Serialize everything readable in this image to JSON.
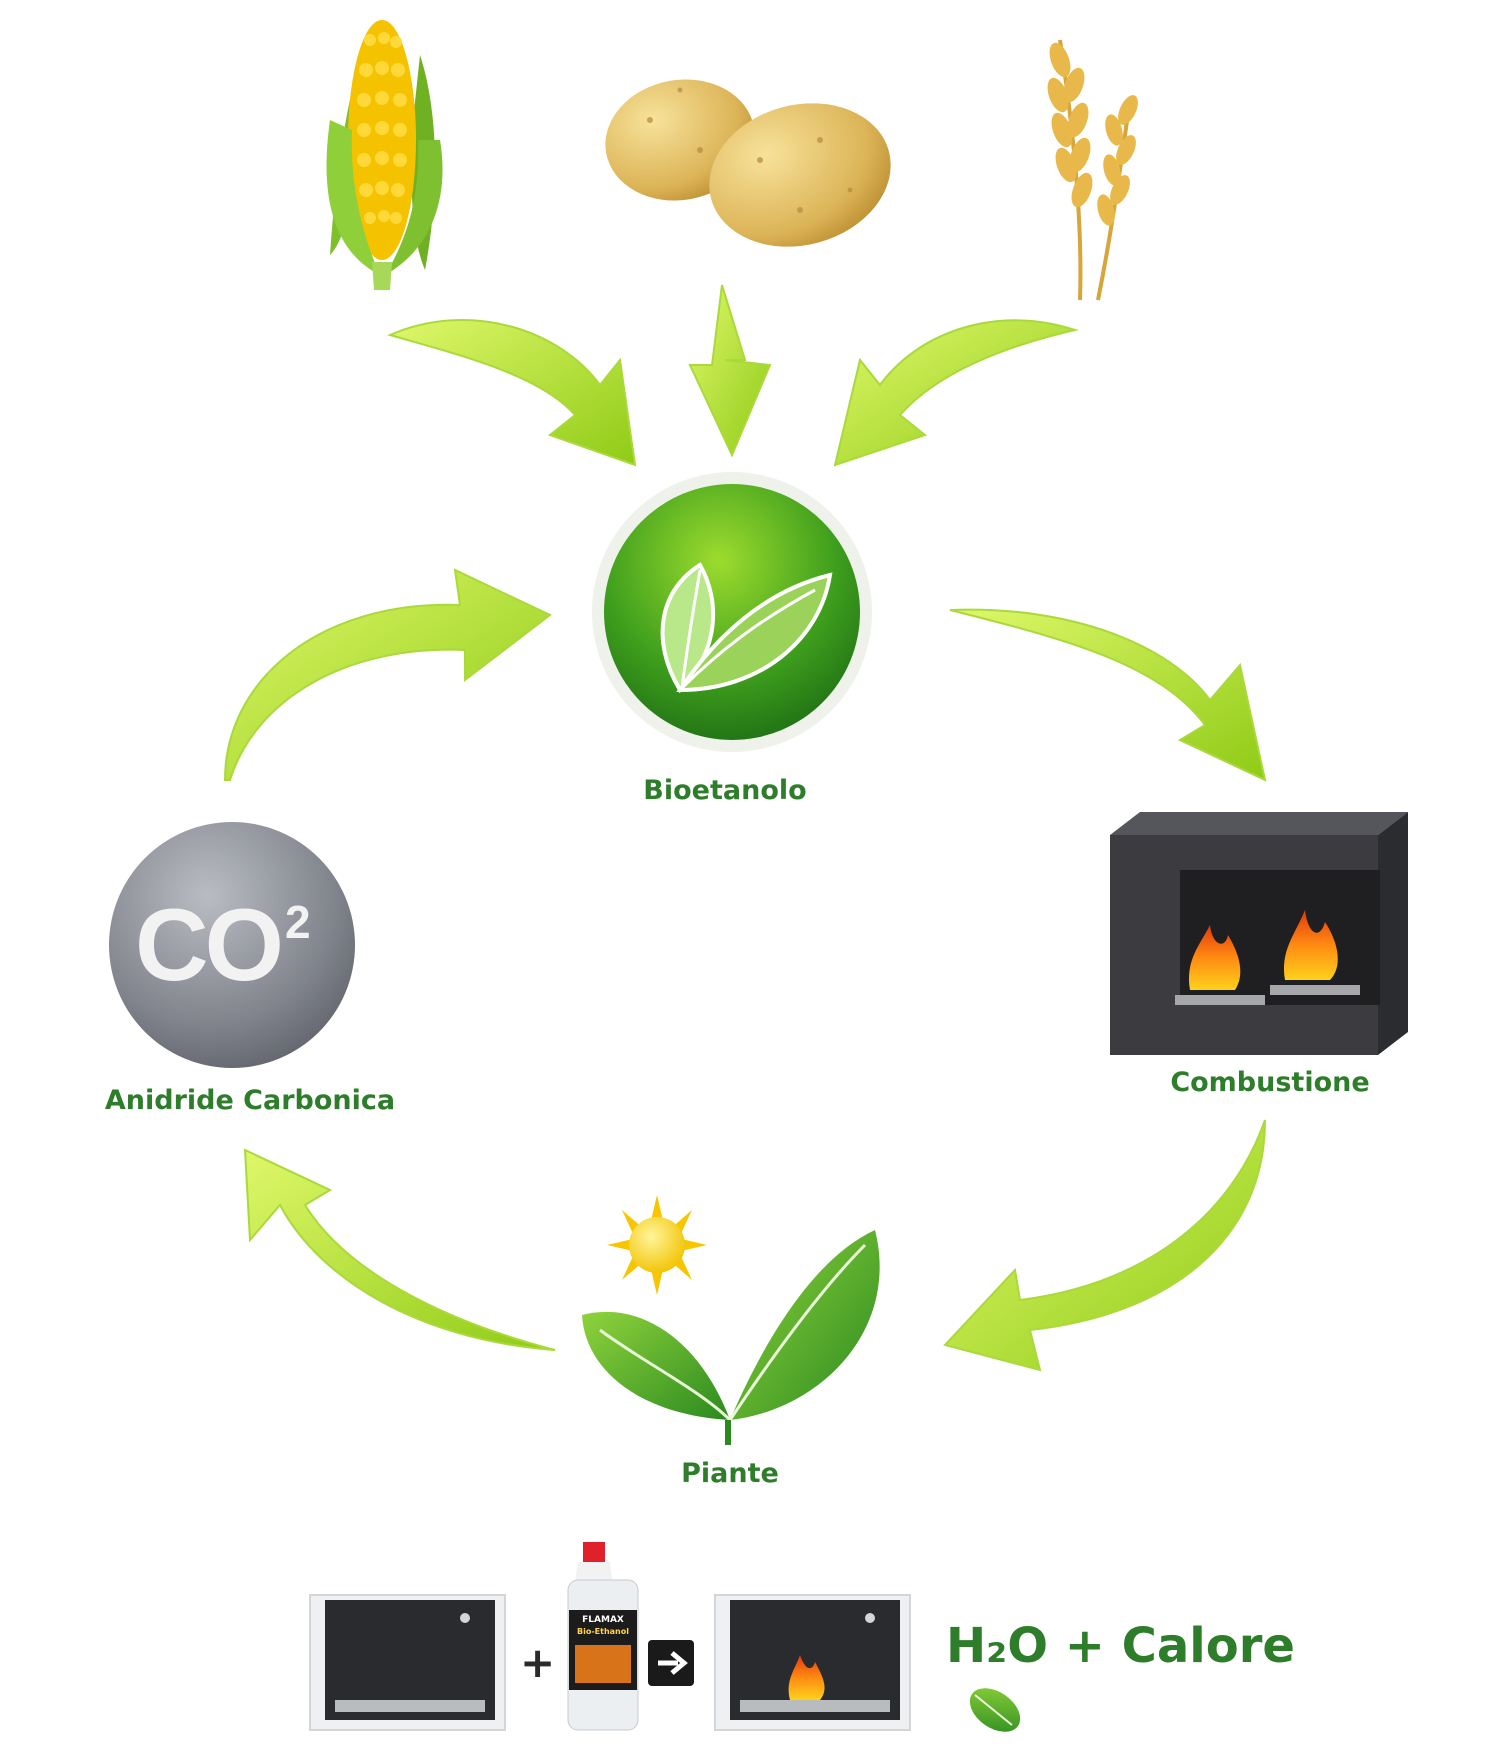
{
  "diagram": {
    "center": {
      "label": "Bioetanolo",
      "icon": "leaf-icon"
    },
    "nodes": {
      "co2": {
        "label": "Anidride Carbonica",
        "symbol": "CO",
        "superscript": "2"
      },
      "combustion": {
        "label": "Combustione",
        "icon": "fireplace-icon"
      },
      "plants": {
        "label": "Piante",
        "icon": "sprout-with-sun-icon"
      }
    },
    "sources": [
      {
        "name": "corn-icon"
      },
      {
        "name": "potatoes-icon"
      },
      {
        "name": "wheat-icon"
      }
    ],
    "bottom_equation": {
      "plus": "+",
      "result": "H₂O + Calore",
      "bottle_brand": "FLAMAX",
      "bottle_sub": "Bio-Ethanol"
    },
    "colors": {
      "arrow_light": "#c8ef3a",
      "arrow_dark": "#86c41a",
      "label_green": "#2e7d2b",
      "co2_gray": "#8a8d94",
      "fireplace": "#3c3c40"
    }
  }
}
